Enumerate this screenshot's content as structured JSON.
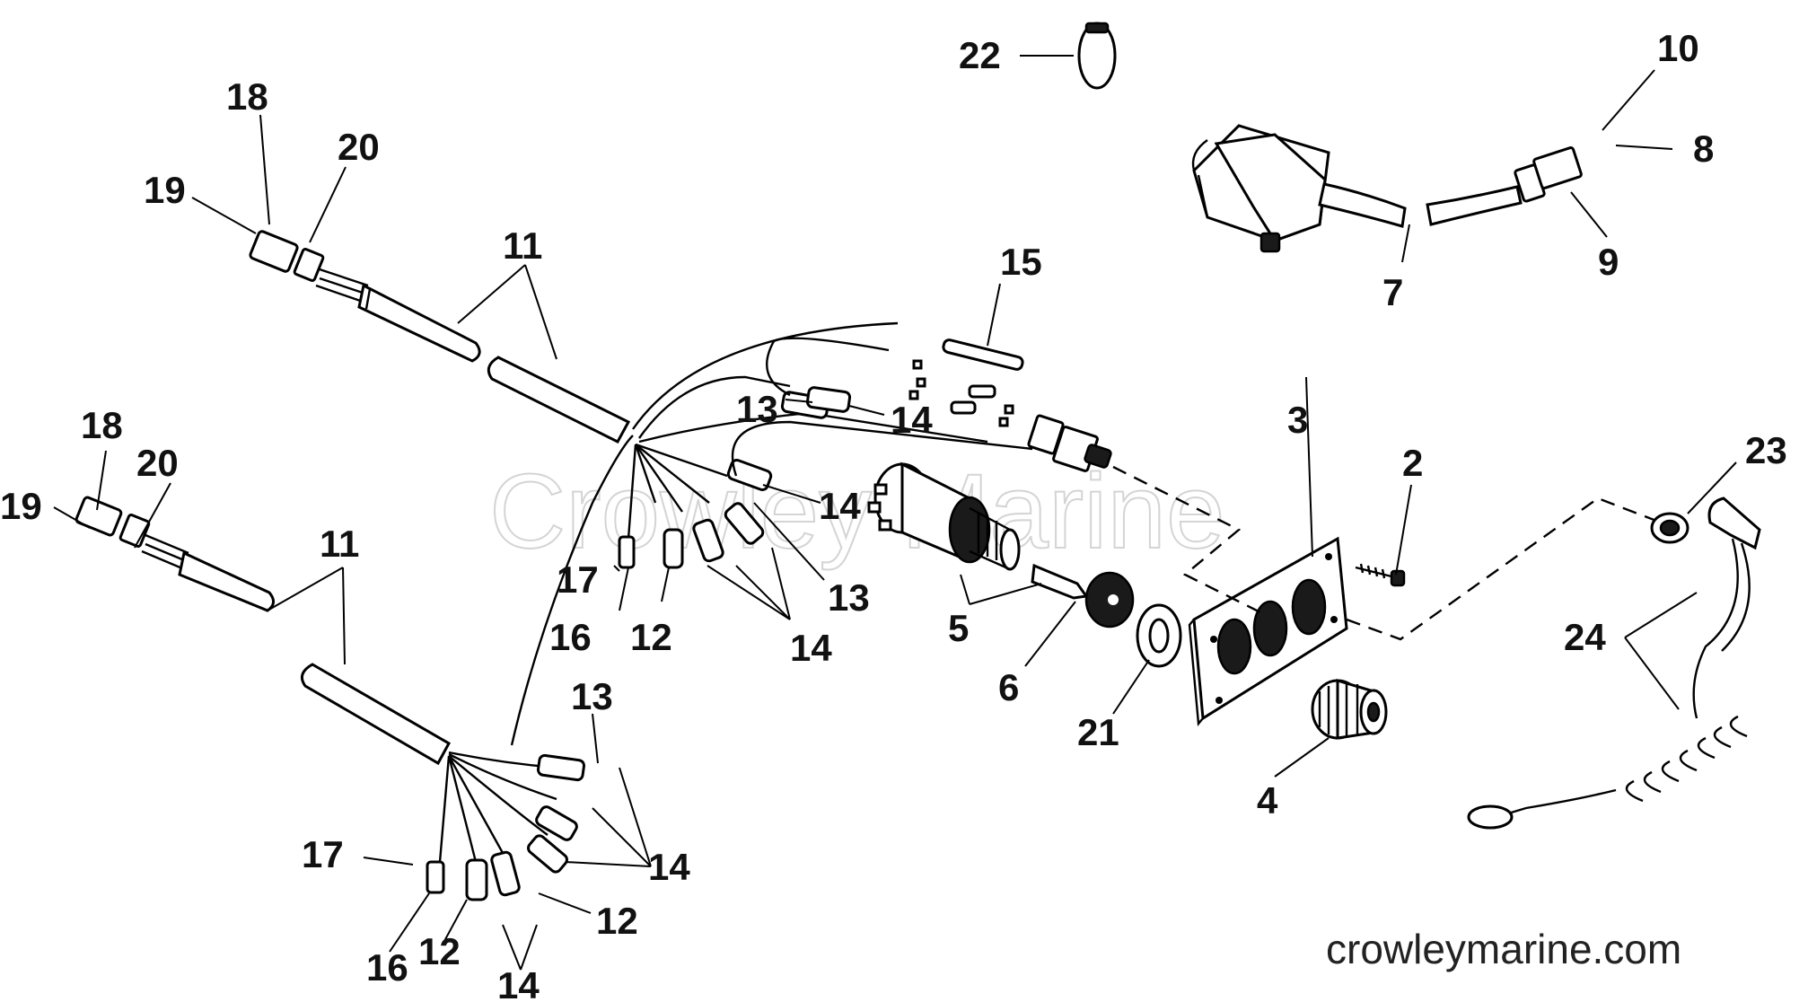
{
  "watermark": "Crowley Marine",
  "footer": {
    "url": "crowleymarine.com"
  },
  "labels": [
    {
      "id": "l22",
      "text": "22"
    },
    {
      "id": "l10",
      "text": "10"
    },
    {
      "id": "l8",
      "text": "8"
    },
    {
      "id": "l9",
      "text": "9"
    },
    {
      "id": "l7",
      "text": "7"
    },
    {
      "id": "l18a",
      "text": "18"
    },
    {
      "id": "l20a",
      "text": "20"
    },
    {
      "id": "l19a",
      "text": "19"
    },
    {
      "id": "l11a",
      "text": "11"
    },
    {
      "id": "l15",
      "text": "15"
    },
    {
      "id": "l13a",
      "text": "13"
    },
    {
      "id": "l14a",
      "text": "14"
    },
    {
      "id": "l14b",
      "text": "14"
    },
    {
      "id": "l13b",
      "text": "13"
    },
    {
      "id": "l17a",
      "text": "17"
    },
    {
      "id": "l16a",
      "text": "16"
    },
    {
      "id": "l12a",
      "text": "12"
    },
    {
      "id": "l14c",
      "text": "14"
    },
    {
      "id": "l5",
      "text": "5"
    },
    {
      "id": "l6",
      "text": "6"
    },
    {
      "id": "l3",
      "text": "3"
    },
    {
      "id": "l2",
      "text": "2"
    },
    {
      "id": "l21",
      "text": "21"
    },
    {
      "id": "l4",
      "text": "4"
    },
    {
      "id": "l23",
      "text": "23"
    },
    {
      "id": "l24",
      "text": "24"
    },
    {
      "id": "l18b",
      "text": "18"
    },
    {
      "id": "l20b",
      "text": "20"
    },
    {
      "id": "l19b",
      "text": "19"
    },
    {
      "id": "l11b",
      "text": "11"
    },
    {
      "id": "l13c",
      "text": "13"
    },
    {
      "id": "l14d",
      "text": "14"
    },
    {
      "id": "l17b",
      "text": "17"
    },
    {
      "id": "l12b",
      "text": "12"
    },
    {
      "id": "l16b",
      "text": "16"
    },
    {
      "id": "l12c",
      "text": "12"
    },
    {
      "id": "l14e",
      "text": "14"
    }
  ]
}
